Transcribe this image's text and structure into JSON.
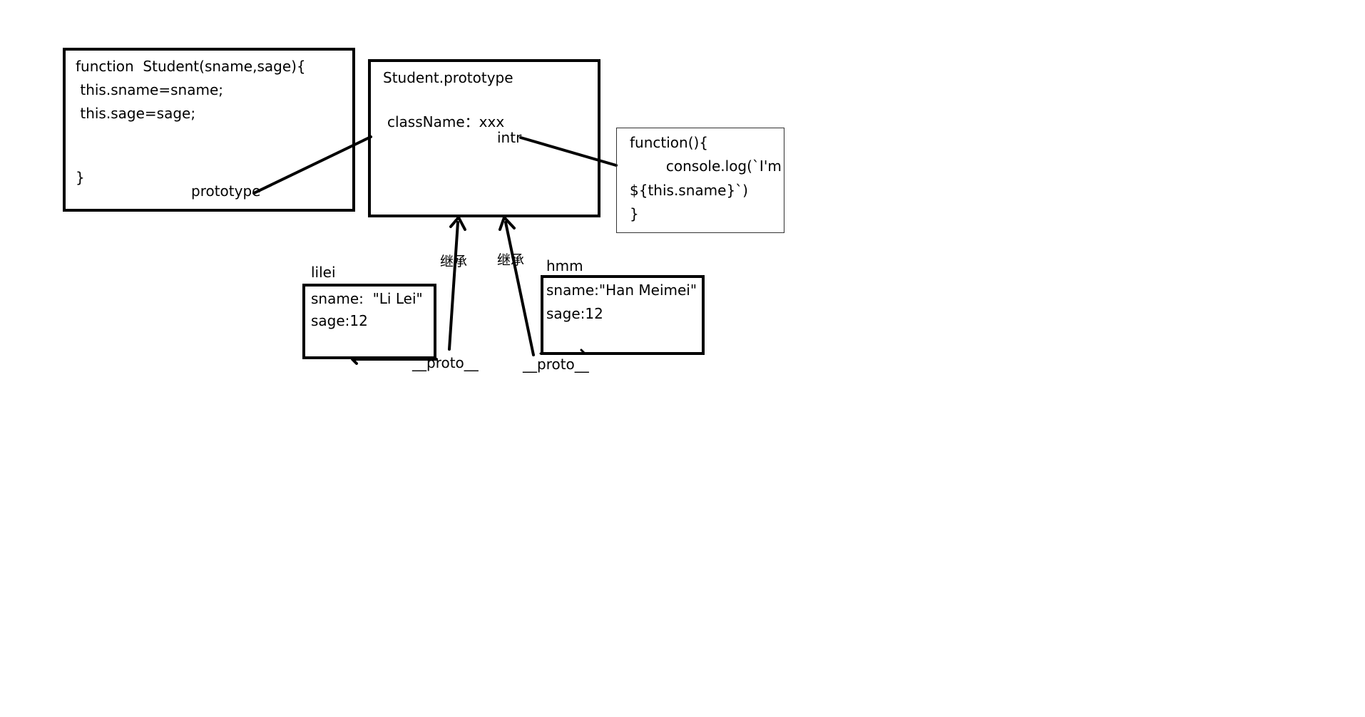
{
  "constructor": {
    "lines": [
      "function  Student(sname,sage){",
      " this.sname=sname;",
      " this.sage=sage;",
      "}"
    ],
    "prototype_label": "prototype"
  },
  "prototype_object": {
    "title": "Student.prototype",
    "classname": "className：xxx",
    "intr": "intr"
  },
  "method": {
    "lines": [
      "function(){",
      "        console.log(`I'm",
      "${this.sname}`)",
      "}"
    ]
  },
  "lilei": {
    "name": "lilei",
    "sname": "sname:  \"Li Lei\"",
    "sage": "sage:12",
    "proto": "__proto__"
  },
  "hmm": {
    "name": "hmm",
    "sname": "sname:\"Han Meimei\"",
    "sage": "sage:12",
    "proto": "__proto__"
  },
  "inherit_label": "继承"
}
